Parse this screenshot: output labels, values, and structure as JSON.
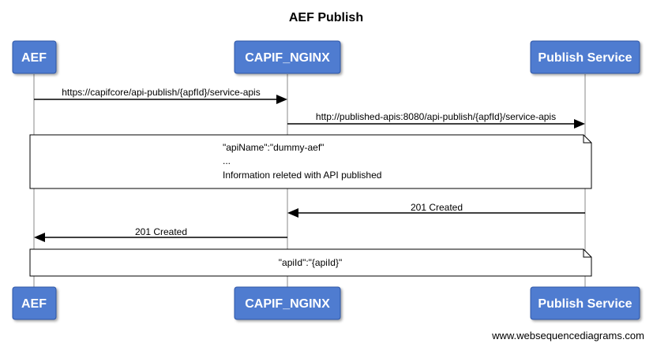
{
  "title": "AEF Publish",
  "actors": [
    "AEF",
    "CAPIF_NGINX",
    "Publish Service"
  ],
  "messages": [
    {
      "from": 0,
      "to": 1,
      "label": "https://capifcore/api-publish/{apfId}/service-apis"
    },
    {
      "from": 1,
      "to": 2,
      "label": "http://published-apis:8080/api-publish/{apfId}/service-apis"
    },
    {
      "from": 2,
      "to": 1,
      "label": "201 Created"
    },
    {
      "from": 1,
      "to": 0,
      "label": "201 Created"
    }
  ],
  "notes": [
    {
      "lines": [
        "\"apiName\":\"dummy-aef\"",
        "...",
        "Information releted with API published"
      ]
    },
    {
      "lines": [
        "\"apiId\":\"{apiId}\""
      ]
    }
  ],
  "footer": "www.websequencediagrams.com"
}
